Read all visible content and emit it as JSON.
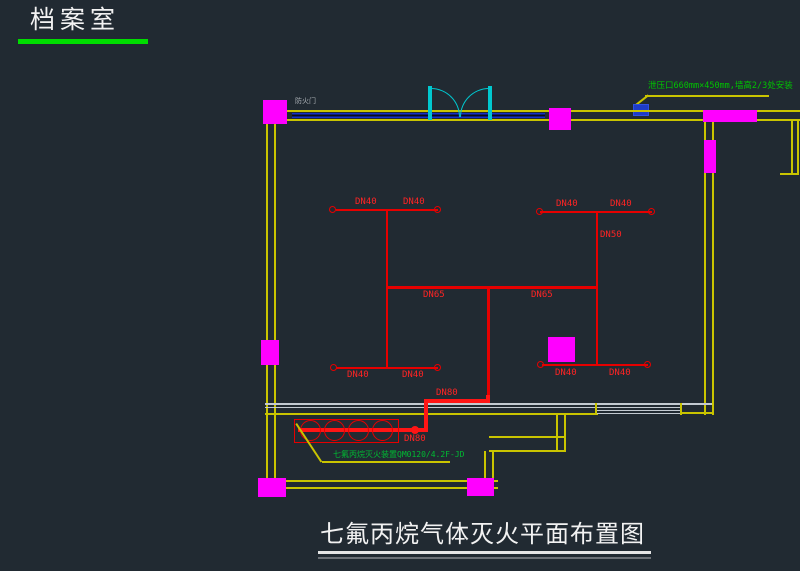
{
  "header": {
    "room_title": "档案室"
  },
  "footer": {
    "drawing_title": "七氟丙烷气体灭火平面布置图"
  },
  "notes": {
    "relief_vent": "泄压口660mm×450mm,墙高2/3处安装",
    "equipment": "七氟丙烷灭火装置QM0120/4.2F-JD",
    "door": "防火门"
  },
  "pipe_labels": {
    "top_left_a": "DN40",
    "top_left_b": "DN40",
    "top_right_a": "DN40",
    "top_right_b": "DN40",
    "top_right_riser": "DN50",
    "main_left": "DN65",
    "main_right": "DN65",
    "bottom_left_a": "DN40",
    "bottom_left_b": "DN40",
    "bottom_right_a": "DN40",
    "bottom_right_b": "DN40",
    "supply_upper": "DN80",
    "supply_lower": "DN80"
  },
  "drawing_colors": {
    "background": "#212a32",
    "wall": "#c9c400",
    "wall_secondary": "#c3cad1",
    "pipe": "#e60000",
    "column": "#ff00ff",
    "door": "#00c8d0",
    "window_band": "#1430c8",
    "annotation_green": "#00c400",
    "title_underline_green": "#00dd00"
  }
}
